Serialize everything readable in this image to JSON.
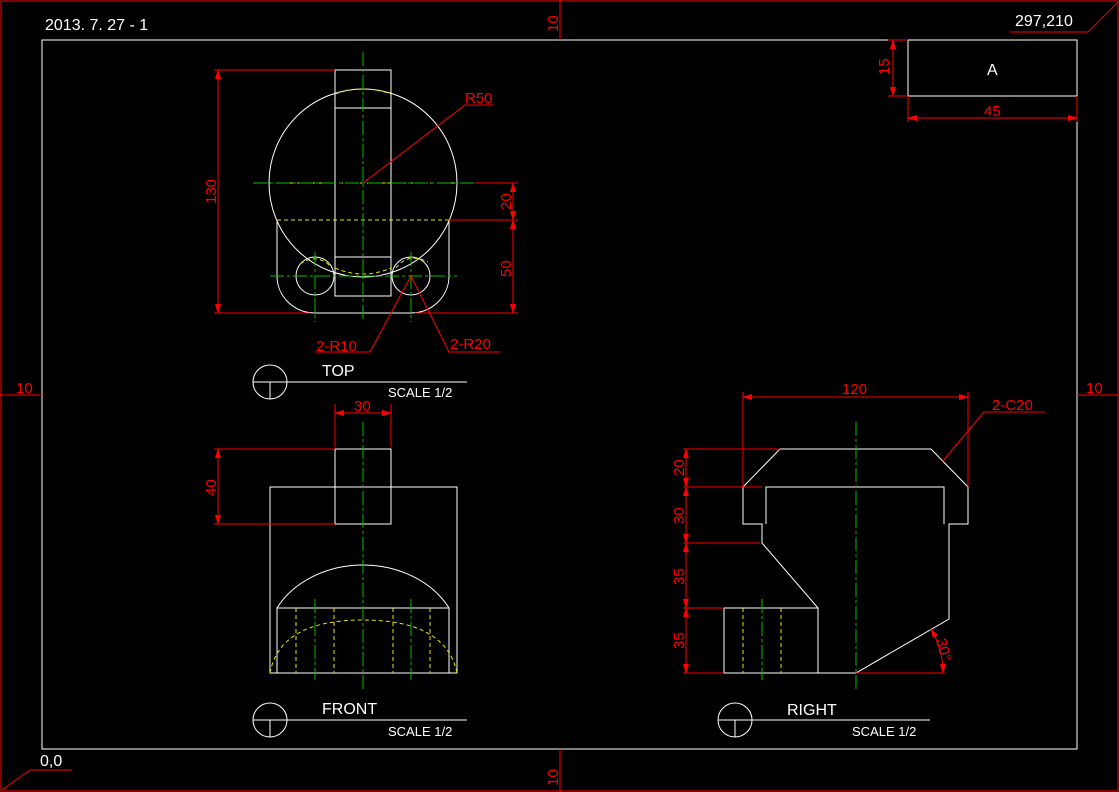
{
  "sheet": {
    "date_label": "2013. 7. 27 - 1",
    "size_label": "297,210",
    "origin_label": "0,0",
    "margin_top": "10",
    "margin_bottom": "10",
    "margin_left": "10",
    "margin_right": "10"
  },
  "title_block": {
    "letter": "A",
    "height_dim": "15",
    "width_dim": "45"
  },
  "top_view": {
    "title": "TOP",
    "scale": "SCALE 1/2",
    "dims": {
      "overall_height": "130",
      "d20": "20",
      "d50": "50",
      "radius": "R50",
      "small_radius": "2-R10",
      "corner_radius": "2-R20"
    }
  },
  "front_view": {
    "title": "FRONT",
    "scale": "SCALE 1/2",
    "dims": {
      "width": "30",
      "height": "40"
    }
  },
  "right_view": {
    "title": "RIGHT",
    "scale": "SCALE 1/2",
    "dims": {
      "width": "120",
      "chamfer": "2-C20",
      "h1": "20",
      "h2": "30",
      "h3": "35",
      "h4": "35",
      "angle": "30°"
    }
  },
  "colors": {
    "outline": "#ffffff",
    "dimension": "#ff0000",
    "center": "#00c000",
    "hidden": "#e6e600"
  }
}
